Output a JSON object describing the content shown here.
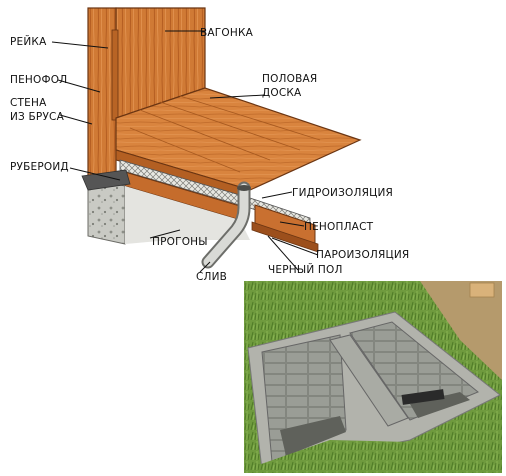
{
  "labels": {
    "reika": "РЕЙКА",
    "vagonka": "ВАГОНКА",
    "penofol": "ПЕНОФОЛ",
    "stena_line1": "СТЕНА",
    "stena_line2": "ИЗ БРУСА",
    "poloviy_line1": "ПОЛОВАЯ",
    "poloviy_line2": "ДОСКА",
    "ruberoid": "РУБЕРОИД",
    "gidroizolyaciya": "ГИДРОИЗОЛЯЦИЯ",
    "penoplast": "ПЕНОПЛАСТ",
    "progony": "ПРОГОНЫ",
    "parоizolyaciya_line1": "ПАРОИЗОЛЯЦИЯ",
    "cherniy_pol": "ЧЕРНЫЙ ПОЛ",
    "sliv": "СЛИВ"
  },
  "colors": {
    "wood_light": "#d9813a",
    "wood_mid": "#c46a28",
    "wood_dark": "#8a4418",
    "concrete": "#b9bab4",
    "grass": "#6f9a3e",
    "block": "#9ea19a"
  }
}
